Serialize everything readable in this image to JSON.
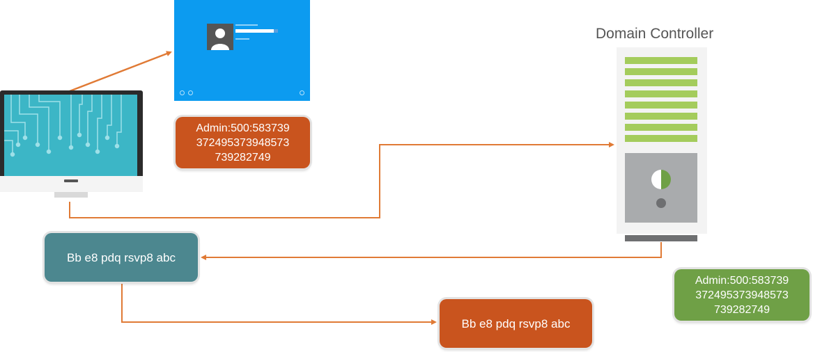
{
  "diagram": {
    "domain_controller_label": "Domain Controller",
    "hash_workstation": [
      "Admin:500:583739",
      "372495373948573",
      "739282749"
    ],
    "hash_dc": [
      "Admin:500:583739",
      "372495373948573",
      "739282749"
    ],
    "challenge_text": "Bb e8 pdq rsvp8 abc",
    "response_text": "Bb e8 pdq rsvp8 abc",
    "colors": {
      "arrow": "#e07a35",
      "hash_orange": "#c9541e",
      "hash_green": "#6fa046",
      "challenge_teal": "#4c878f",
      "login_blue": "#0c9bf0"
    }
  }
}
